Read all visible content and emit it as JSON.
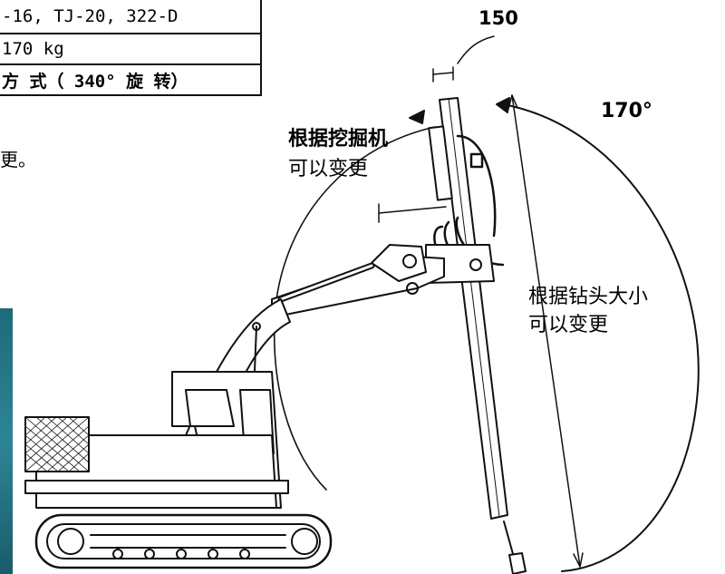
{
  "spec_table": {
    "rows": [
      "-16, TJ-20, 322-D",
      "170 kg",
      "方 式（ 340° 旋 转）"
    ]
  },
  "left_note": "更。",
  "labels": {
    "width_150": "150",
    "angle_170": "170°",
    "excavator_line1": "根据挖掘机",
    "excavator_line2": "可以变更",
    "bit_line1": "根据钻头大小",
    "bit_line2": "可以变更"
  },
  "colors": {
    "line": "#111111",
    "photo_edge": "#2d8596"
  }
}
